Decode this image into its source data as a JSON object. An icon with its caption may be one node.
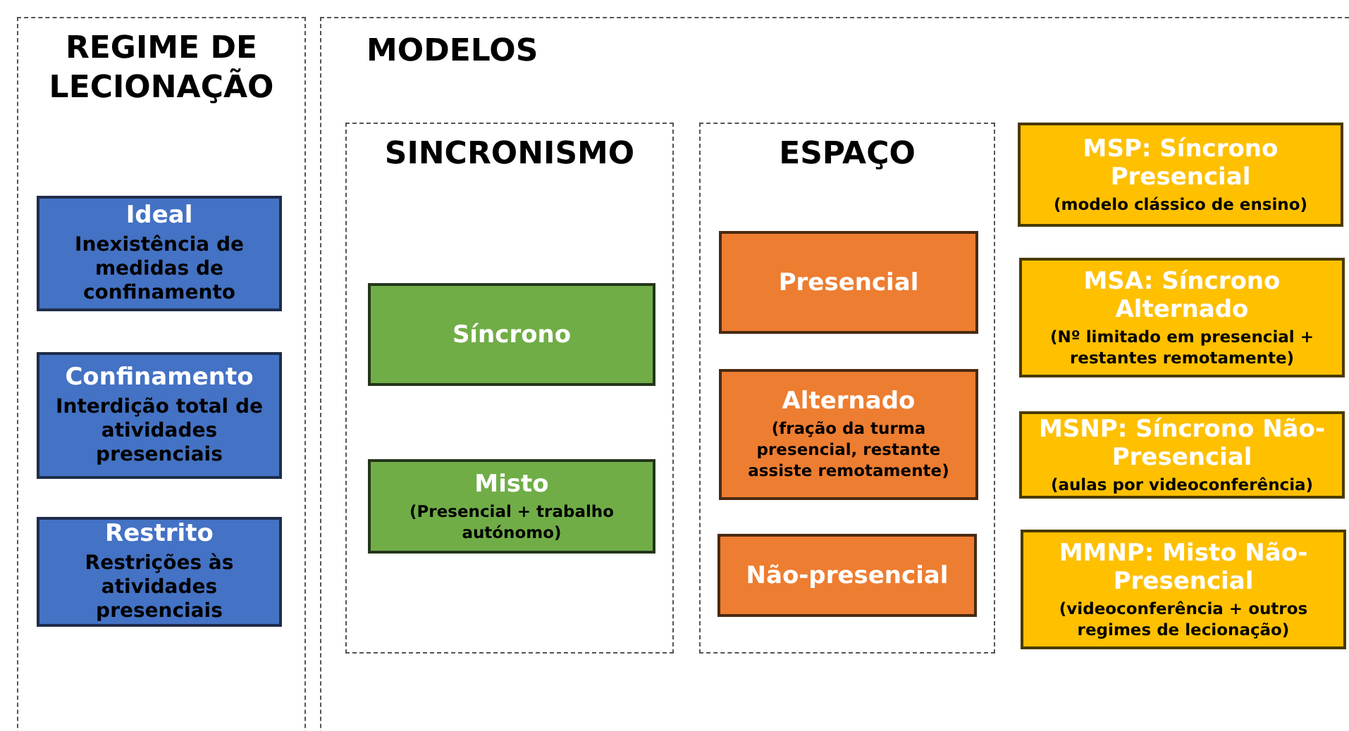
{
  "diagram": {
    "nodes": [
      {
        "text": [
          "REGIME DE LECIONAÇÃO"
        ]
      },
      {
        "text": [
          "Ideal",
          "Inexistência de medidas de confinamento"
        ],
        "in": 0
      },
      {
        "text": [
          "Confinamento",
          "Interdição total de atividades presenciais"
        ],
        "in": 0
      },
      {
        "text": [
          "Restrito",
          "Restrições às atividades presenciais"
        ],
        "in": 0
      },
      {
        "text": [
          "MODELOS"
        ]
      },
      {
        "text": [
          "SINCRONISMO"
        ],
        "in": 4
      },
      {
        "text": [
          "Síncrono"
        ],
        "in": 5
      },
      {
        "text": [
          "Misto",
          "(Presencial + trabalho autónomo)"
        ],
        "in": 5
      },
      {
        "text": [
          "ESPAÇO"
        ],
        "in": 4
      },
      {
        "text": [
          "Presencial"
        ],
        "in": 8
      },
      {
        "text": [
          "Alternado",
          "(fração da turma presencial, restante assiste remotamente)"
        ],
        "in": 8
      },
      {
        "text": [
          "Não-presencial"
        ],
        "in": 8
      },
      {
        "text": [
          "MSP: Síncrono Presencial",
          "(modelo clássico de ensino)"
        ],
        "in": 4
      },
      {
        "text": [
          "MSA: Síncrono Alternado",
          "(Nº limitado em presencial + restantes remotamente)"
        ],
        "in": 4
      },
      {
        "text": [
          "MSNP: Síncrono Não-Presencial",
          "(aulas por videoconferência)"
        ],
        "in": 4
      },
      {
        "text": [
          "MMNP: Misto Não-Presencial",
          "(videoconferência + outros regimes de lecionação)"
        ],
        "in": 4
      }
    ]
  }
}
